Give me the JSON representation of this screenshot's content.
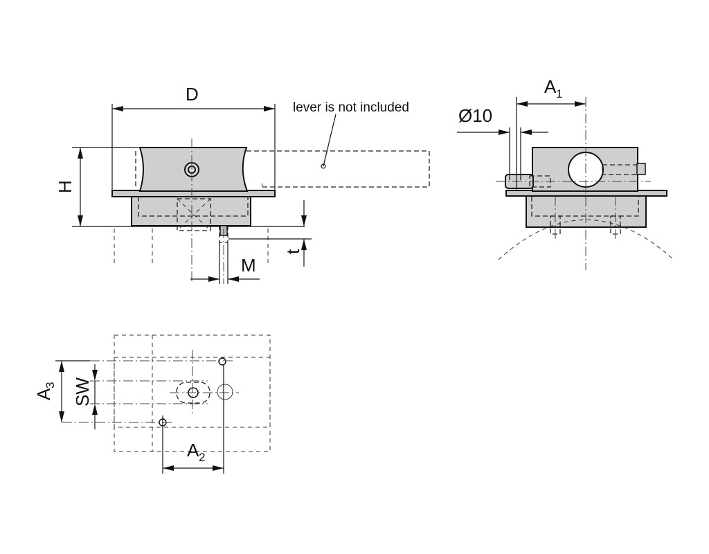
{
  "note": "lever is not included",
  "dims": {
    "D": "D",
    "H": "H",
    "M": "M",
    "t": "t",
    "A1_main": "A",
    "A1_sub": "1",
    "dia": "Ø10",
    "A2_main": "A",
    "A2_sub": "2",
    "A3_main": "A",
    "A3_sub": "3",
    "SW": "SW"
  }
}
